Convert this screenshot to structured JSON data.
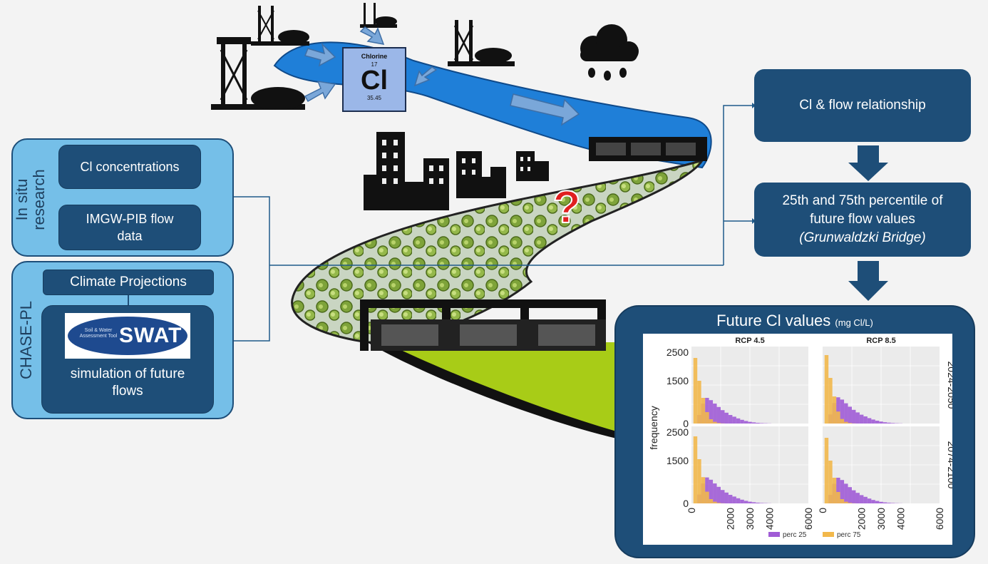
{
  "element": {
    "name": "Chlorine",
    "number": "17",
    "symbol": "Cl",
    "mass": "35.45"
  },
  "in_situ": {
    "label": "In situ research",
    "cl_concentrations": "Cl concentrations",
    "flow_data": "IMGW-PIB flow data"
  },
  "chase": {
    "label": "CHASE-PL",
    "climate_projections": "Climate Projections",
    "swat_logo_text": "SWAT",
    "swat_small_text": "Soil & Water Assessment Tool",
    "simulation": "simulation of future flows"
  },
  "right": {
    "relationship": "Cl & flow relationship",
    "percentile_line1": "25th and 75th percentile of",
    "percentile_line2": "future flow values",
    "percentile_location": "(Grunwaldzki Bridge)",
    "future_title": "Future Cl values",
    "future_unit": "(mg Cl/L)"
  },
  "chart_data": {
    "type": "bar",
    "ylabel": "frequency",
    "columns": [
      "RCP 4.5",
      "RCP 8.5"
    ],
    "rows": [
      "2024-2050",
      "2074-2100"
    ],
    "y_ticks": [
      "2500",
      "1500",
      "0"
    ],
    "x_ticks": [
      "0",
      "2000",
      "3000",
      "4000",
      "6000"
    ],
    "xlim": [
      0,
      6000
    ],
    "ylim": [
      0,
      2700
    ],
    "series": [
      {
        "name": "perc 25",
        "color": "#a05cd6"
      },
      {
        "name": "perc 75",
        "color": "#f2b84b"
      }
    ],
    "bin_centers": [
      200,
      400,
      600,
      800,
      1000,
      1200,
      1400,
      1600,
      1800,
      2000,
      2200,
      2400,
      2600,
      2800,
      3000,
      3200,
      3400,
      3600,
      3800,
      4000,
      4400,
      4800
    ],
    "panels": [
      {
        "column": "RCP 4.5",
        "row": "2024-2050",
        "perc75": [
          2300,
          1500,
          900,
          400,
          150,
          60,
          20,
          5,
          0,
          0,
          0,
          0,
          0,
          0,
          0,
          0,
          0,
          0,
          0,
          0,
          0,
          0
        ],
        "perc25": [
          0,
          300,
          700,
          900,
          820,
          700,
          580,
          470,
          380,
          300,
          240,
          180,
          130,
          90,
          60,
          40,
          25,
          15,
          10,
          5,
          0,
          0
        ]
      },
      {
        "column": "RCP 8.5",
        "row": "2024-2050",
        "perc75": [
          2400,
          1600,
          950,
          420,
          160,
          60,
          20,
          5,
          0,
          0,
          0,
          0,
          0,
          0,
          0,
          0,
          0,
          0,
          0,
          0,
          0,
          0
        ],
        "perc25": [
          0,
          320,
          720,
          920,
          840,
          710,
          590,
          480,
          390,
          310,
          250,
          190,
          140,
          100,
          70,
          45,
          30,
          18,
          10,
          6,
          0,
          0
        ]
      },
      {
        "column": "RCP 4.5",
        "row": "2074-2100",
        "perc75": [
          2350,
          1550,
          920,
          410,
          150,
          60,
          20,
          5,
          0,
          0,
          0,
          0,
          0,
          0,
          0,
          0,
          0,
          0,
          0,
          0,
          0,
          0
        ],
        "perc25": [
          0,
          310,
          700,
          910,
          830,
          700,
          580,
          470,
          380,
          300,
          240,
          180,
          130,
          90,
          60,
          40,
          25,
          15,
          10,
          5,
          0,
          0
        ]
      },
      {
        "column": "RCP 8.5",
        "row": "2074-2100",
        "perc75": [
          2300,
          1500,
          900,
          400,
          150,
          60,
          20,
          5,
          0,
          0,
          0,
          0,
          0,
          0,
          0,
          0,
          0,
          0,
          0,
          0,
          0,
          0
        ],
        "perc25": [
          0,
          300,
          690,
          900,
          820,
          690,
          570,
          460,
          370,
          290,
          230,
          170,
          120,
          85,
          55,
          35,
          22,
          14,
          8,
          4,
          0,
          0
        ]
      }
    ]
  }
}
